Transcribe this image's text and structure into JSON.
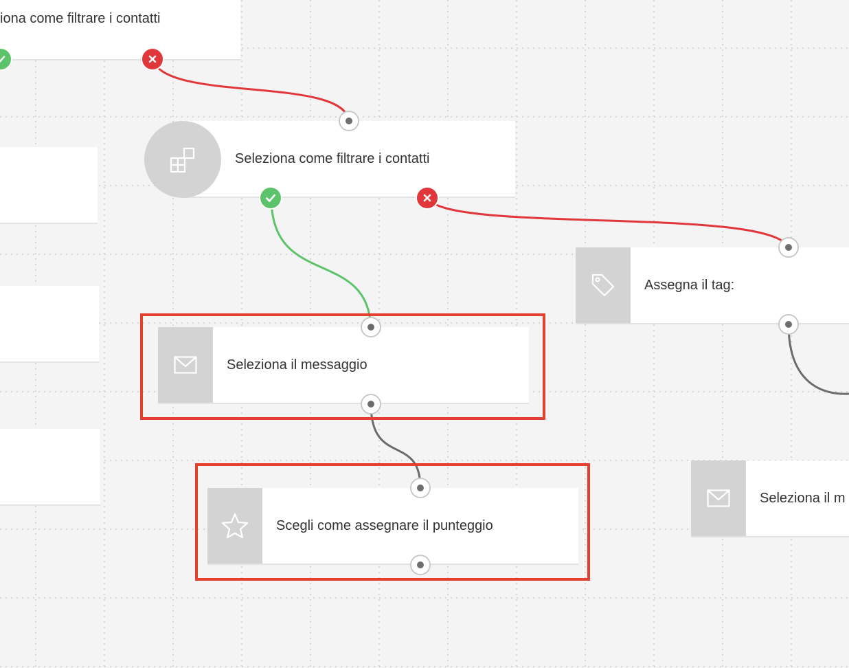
{
  "nodes": {
    "top_filter": {
      "label": "iona come filtrare i contatti"
    },
    "filter_main": {
      "label": "Seleziona come filtrare i contatti"
    },
    "message_main": {
      "label": "Seleziona il messaggio"
    },
    "score": {
      "label": "Scegli come assegnare il punteggio"
    },
    "tag": {
      "label": "Assegna il tag:"
    },
    "message_right": {
      "label": "Seleziona il m"
    }
  },
  "colors": {
    "yes": "#5cc36b",
    "no": "#e2373a",
    "neutral_wire": "#6b6b6b",
    "highlight": "#e4402f",
    "icon_bg": "#d3d3d3"
  },
  "icons": {
    "filter": "filter-blocks-icon",
    "message": "envelope-icon",
    "score": "star-icon",
    "tag": "tag-icon"
  }
}
